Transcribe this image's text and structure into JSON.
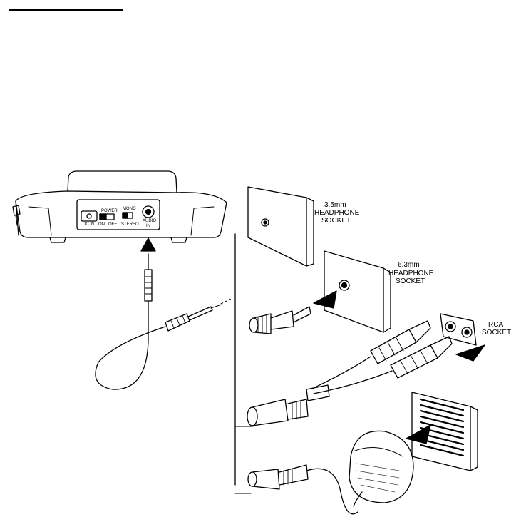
{
  "labels": {
    "socket_35_line1": "3.5mm",
    "socket_35_line2": "HEADPHONE",
    "socket_35_line3": "SOCKET",
    "socket_63_line1": "6.3mm",
    "socket_63_line2": "HEADPHONE",
    "socket_63_line3": "SOCKET",
    "rca_line1": "RCA",
    "rca_line2": "SOCKET"
  },
  "panel": {
    "power": "POWER",
    "on": "ON",
    "off": "OFF",
    "mono": "MONO",
    "stereo": "STEREO",
    "dc_in": "DC IN",
    "audio_line1": "AUDIO",
    "audio_line2": "IN"
  }
}
